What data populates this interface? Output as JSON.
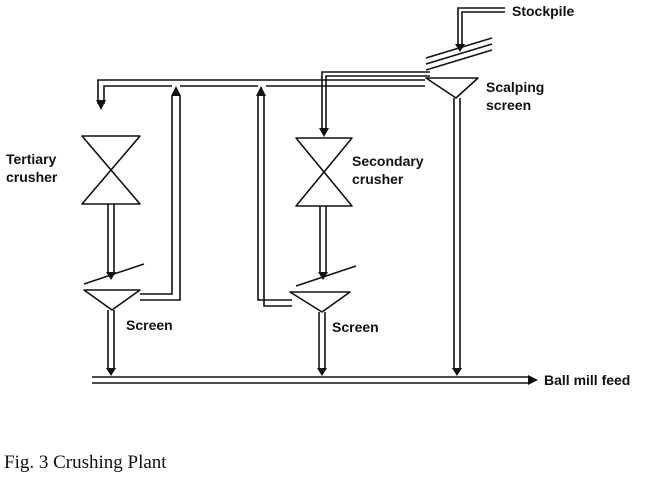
{
  "labels": {
    "stockpile": "Stockpile",
    "scalping_screen_line1": "Scalping",
    "scalping_screen_line2": "screen",
    "tertiary_crusher_line1": "Tertiary",
    "tertiary_crusher_line2": "crusher",
    "secondary_crusher_line1": "Secondary",
    "secondary_crusher_line2": "crusher",
    "screen_left": "Screen",
    "screen_right": "Screen",
    "ball_mill_feed": "Ball mill feed"
  },
  "caption": "Fig. 3 Crushing Plant"
}
